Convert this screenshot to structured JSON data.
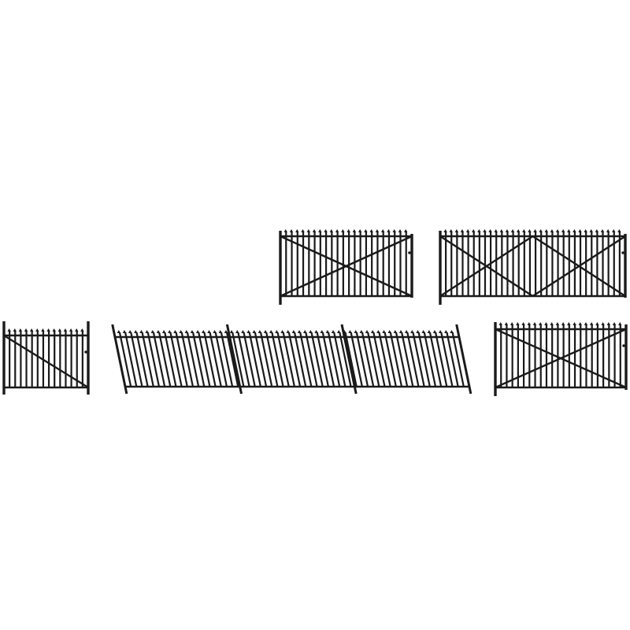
{
  "colors": {
    "background": "#ffffff",
    "fence": "#1a1a1a"
  },
  "pieces": [
    {
      "name": "gate-single-cross",
      "bracing": "cross",
      "pickets": 22
    },
    {
      "name": "gate-double-cross",
      "bracing": "double-cross",
      "pickets": 32
    },
    {
      "name": "gate-single-diagonal",
      "bracing": "diagonal",
      "pickets": 14
    },
    {
      "name": "fence-slanted-run",
      "bracing": "none",
      "sections": 3,
      "pickets": 60
    },
    {
      "name": "gate-cross-small",
      "bracing": "cross",
      "pickets": 22
    }
  ]
}
